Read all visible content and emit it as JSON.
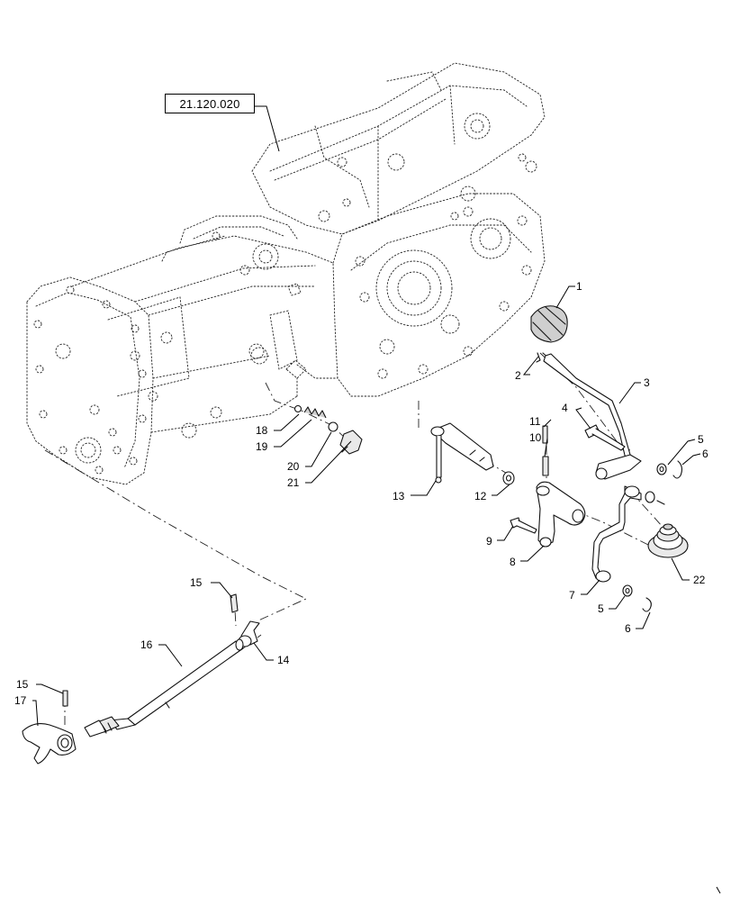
{
  "reference": {
    "label": "21.120.020"
  },
  "callouts": [
    {
      "id": "c1",
      "text": "1"
    },
    {
      "id": "c2",
      "text": "2"
    },
    {
      "id": "c3",
      "text": "3"
    },
    {
      "id": "c4",
      "text": "4"
    },
    {
      "id": "c5a",
      "text": "5"
    },
    {
      "id": "c6a",
      "text": "6"
    },
    {
      "id": "c11",
      "text": "11"
    },
    {
      "id": "c10",
      "text": "10"
    },
    {
      "id": "c13",
      "text": "13"
    },
    {
      "id": "c12",
      "text": "12"
    },
    {
      "id": "c9",
      "text": "9"
    },
    {
      "id": "c8",
      "text": "8"
    },
    {
      "id": "c7",
      "text": "7"
    },
    {
      "id": "c5b",
      "text": "5"
    },
    {
      "id": "c6b",
      "text": "6"
    },
    {
      "id": "c22",
      "text": "22"
    },
    {
      "id": "c18",
      "text": "18"
    },
    {
      "id": "c19",
      "text": "19"
    },
    {
      "id": "c20",
      "text": "20"
    },
    {
      "id": "c21",
      "text": "21"
    },
    {
      "id": "c15a",
      "text": "15"
    },
    {
      "id": "c14",
      "text": "14"
    },
    {
      "id": "c16",
      "text": "16"
    },
    {
      "id": "c15b",
      "text": "15"
    },
    {
      "id": "c17",
      "text": "17"
    }
  ]
}
